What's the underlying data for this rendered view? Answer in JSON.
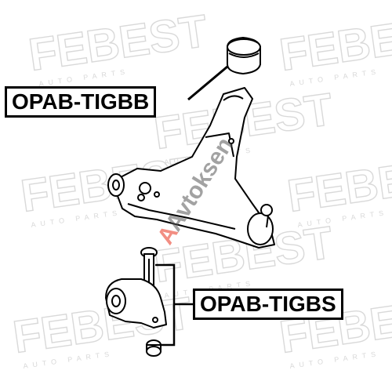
{
  "parts": {
    "label_1": "OPAB-TIGBB",
    "label_2": "OPAB-TIGBS"
  },
  "watermark": {
    "brand": "FEBEST",
    "sub": "AUTO PARTS",
    "seller": "Avtoksen"
  },
  "colors": {
    "line": "#000000",
    "watermark": "#d9d9d9",
    "seller_red": "#e8321e",
    "seller_gray": "#555555"
  }
}
